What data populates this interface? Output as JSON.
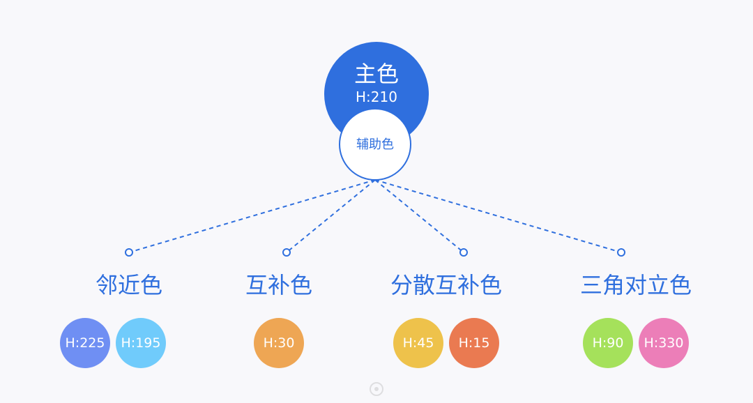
{
  "primary": {
    "name": "主色",
    "hue": "H:210",
    "color": "#2f6fde"
  },
  "secondary": {
    "name": "辅助色"
  },
  "groups": [
    {
      "title": "邻近色",
      "swatches": [
        {
          "label": "H:225",
          "color": "#6f8ff3"
        },
        {
          "label": "H:195",
          "color": "#70cbfb"
        }
      ]
    },
    {
      "title": "互补色",
      "swatches": [
        {
          "label": "H:30",
          "color": "#eea654"
        }
      ]
    },
    {
      "title": "分散互补色",
      "swatches": [
        {
          "label": "H:45",
          "color": "#eec24b"
        },
        {
          "label": "H:15",
          "color": "#ea7a51"
        }
      ]
    },
    {
      "title": "三角对立色",
      "swatches": [
        {
          "label": "H:90",
          "color": "#a5e15b"
        },
        {
          "label": "H:330",
          "color": "#ec7eb8"
        }
      ]
    }
  ],
  "connector_color": "#2f6fde"
}
